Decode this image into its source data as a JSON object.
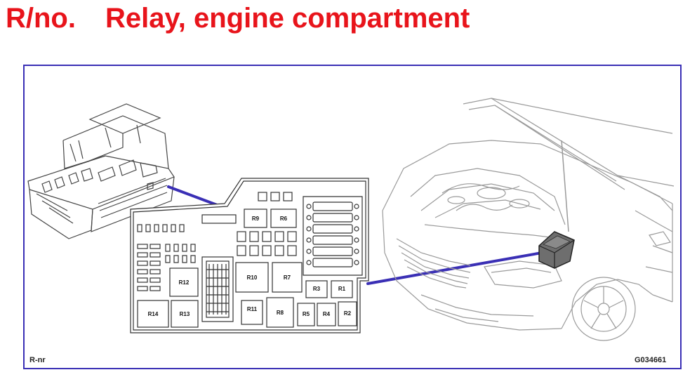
{
  "header": {
    "prefix": "R/no.",
    "title": "Relay, engine compartment",
    "color": "#e8141b"
  },
  "frame": {
    "border_color": "#3a2fb5",
    "bottom_left_label": "R-nr",
    "bottom_right_label": "G034661"
  },
  "relays": {
    "R1": "R1",
    "R2": "R2",
    "R3": "R3",
    "R4": "R4",
    "R5": "R5",
    "R6": "R6",
    "R7": "R7",
    "R8": "R8",
    "R9": "R9",
    "R10": "R10",
    "R11": "R11",
    "R12": "R12",
    "R13": "R13",
    "R14": "R14"
  },
  "colors": {
    "leader_line": "#3a2fb5",
    "line_art": "#555555",
    "car_art": "#9a9a9a",
    "box_highlight": "#6e6e6e"
  }
}
